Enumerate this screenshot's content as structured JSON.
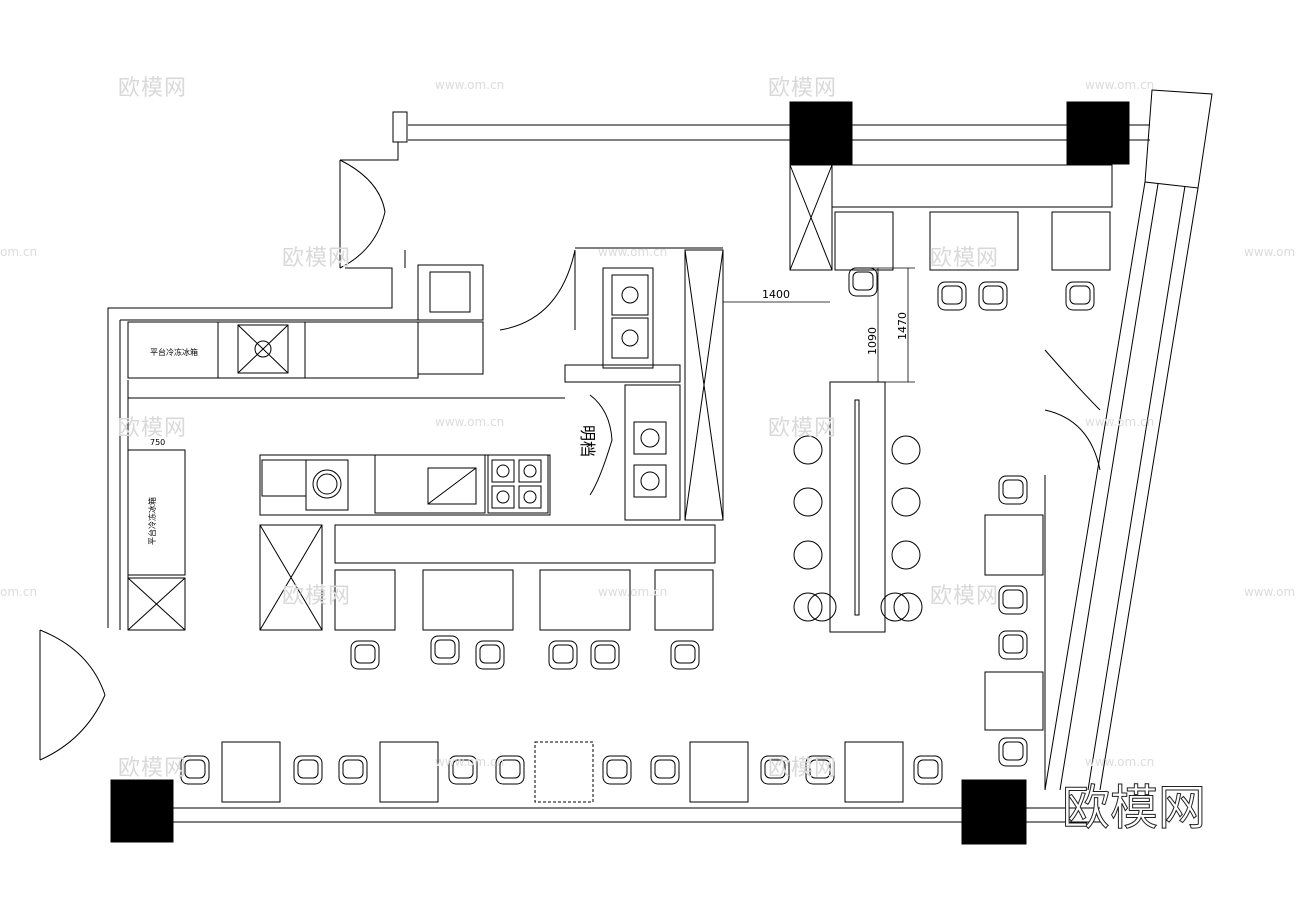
{
  "watermark": {
    "brand": "欧模网",
    "url": "www.om.cn",
    "url_short": "om.cn"
  },
  "dimensions": {
    "d1400": "1400",
    "d1090": "1090",
    "d1470": "1470",
    "d750": "750"
  },
  "labels": {
    "counter_fridge": "平台冷冻冰箱",
    "vertical_fridge": "平台冷冻冰箱",
    "pass_window": "明档"
  },
  "colors": {
    "line": "#000000",
    "column": "#000000",
    "watermark": "#d9d9d9"
  }
}
